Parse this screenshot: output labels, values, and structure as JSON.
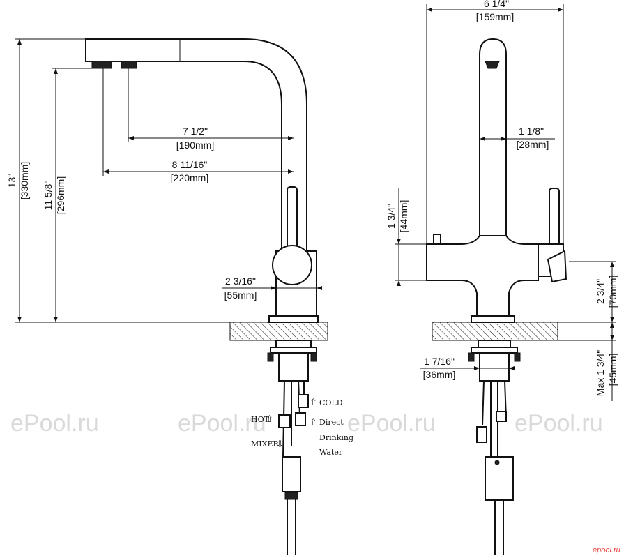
{
  "dimensions": {
    "total_height": {
      "imperial": "13\"",
      "metric": "[330mm]"
    },
    "spout_height": {
      "imperial": "11 5/8\"",
      "metric": "[296mm]"
    },
    "reach_short": {
      "imperial": "7 1/2\"",
      "metric": "[190mm]"
    },
    "reach_long": {
      "imperial": "8 11/16\"",
      "metric": "[220mm]"
    },
    "body_dia": {
      "imperial": "2 3/16\"",
      "metric": "[55mm]"
    },
    "total_width": {
      "imperial": "6 1/4\"",
      "metric": "[159mm]"
    },
    "spout_dia": {
      "imperial": "1 1/8\"",
      "metric": "[28mm]"
    },
    "lever_height": {
      "imperial": "1 3/4\"",
      "metric": "[44mm]"
    },
    "body_height": {
      "imperial": "2 3/4\"",
      "metric": "[70mm]"
    },
    "mount_dia": {
      "imperial": "1 7/16\"",
      "metric": "[36mm]"
    },
    "deck_thickness": {
      "imperial": "Max 1 3/4\"",
      "metric": "[45mm]"
    }
  },
  "hose_labels": {
    "cold": "COLD",
    "hot": "HOT",
    "direct": "Direct",
    "drinking": "Drinking",
    "water": "Water",
    "mixer": "MIXER"
  },
  "watermarks": [
    "ePool.ru",
    "ePool.ru",
    "ePool.ru",
    "ePool.ru"
  ],
  "logo": "epool.ru",
  "colors": {
    "line": "#111111",
    "watermark": "#d9d9d9",
    "logo": "#e53935"
  }
}
